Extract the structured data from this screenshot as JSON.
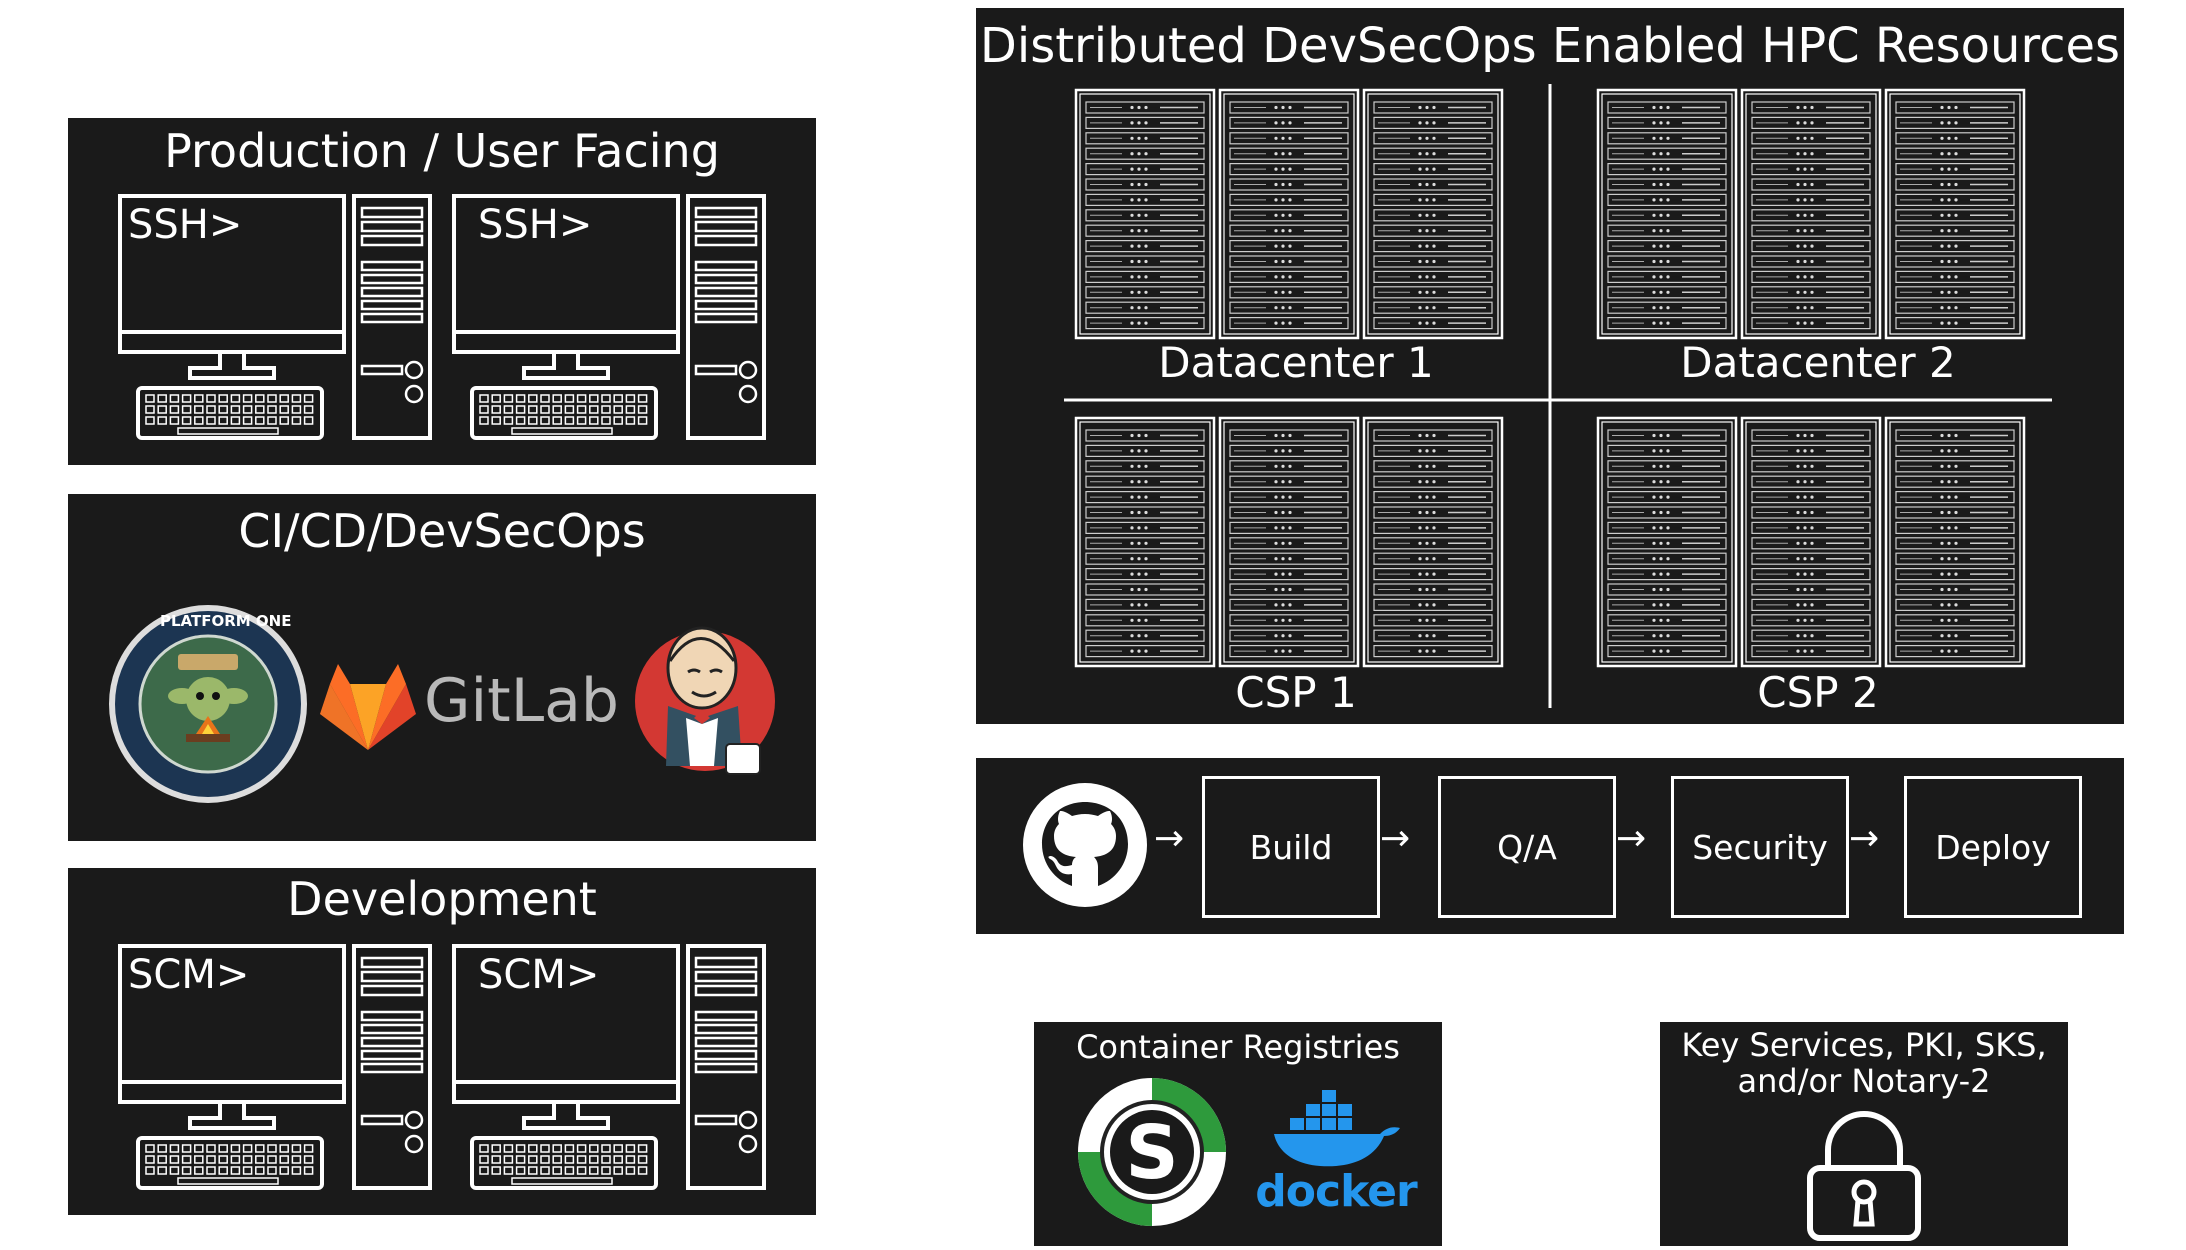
{
  "production": {
    "title": "Production / User Facing",
    "prompt_1": "SSH>",
    "prompt_2": "SSH>"
  },
  "cicd": {
    "title": "CI/CD/DevSecOps",
    "gitlab_label": "GitLab",
    "platform_one_badge": "PLATFORM ONE"
  },
  "development": {
    "title": "Development",
    "prompt_1": "SCM>",
    "prompt_2": "SCM>"
  },
  "hpc": {
    "title": "Distributed DevSecOps Enabled HPC Resources",
    "sites": [
      "Datacenter 1",
      "Datacenter 2",
      "CSP 1",
      "CSP 2"
    ]
  },
  "pipeline": {
    "stages": [
      "Build",
      "Q/A",
      "Security",
      "Deploy"
    ],
    "arrow": "→"
  },
  "registries": {
    "title": "Container Registries",
    "docker_label": "docker"
  },
  "keys": {
    "title_line1": "Key Services, PKI, SKS,",
    "title_line2": "and/or Notary-2"
  }
}
